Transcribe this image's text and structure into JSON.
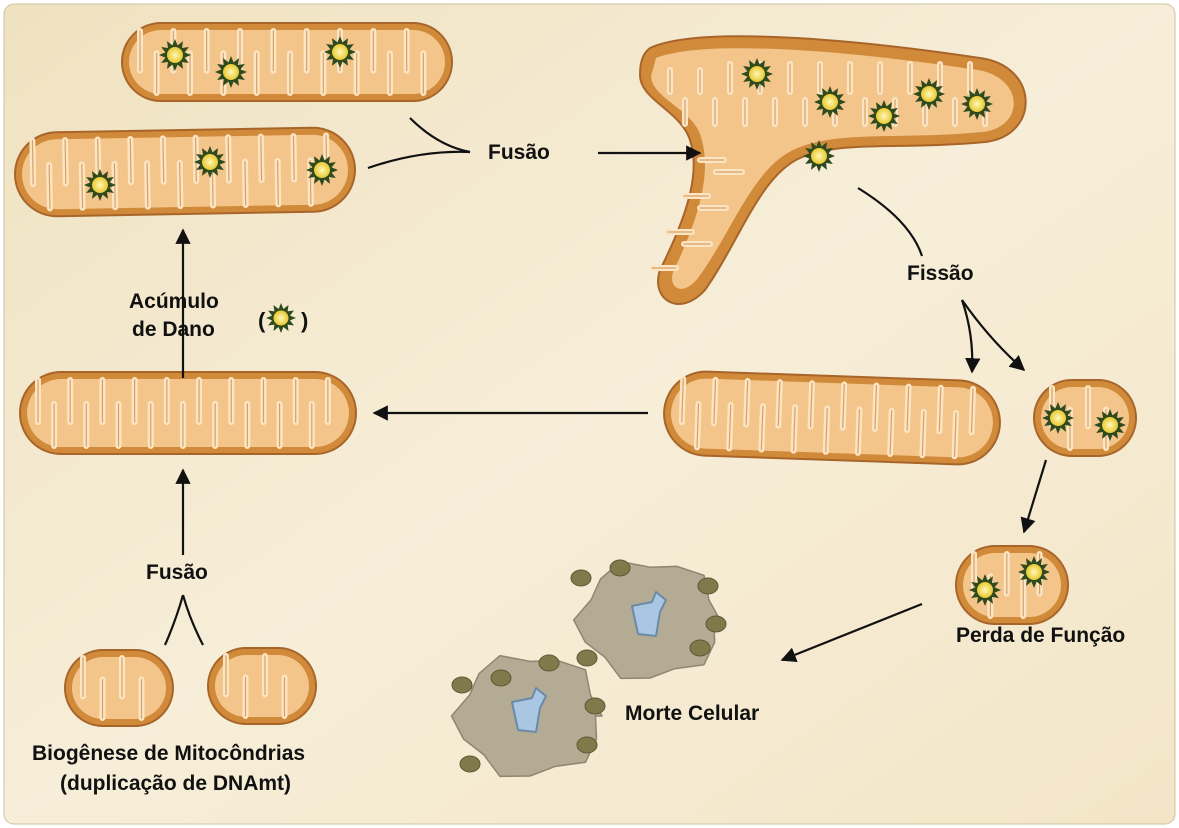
{
  "labels": {
    "fusion_top": "Fusão",
    "fission": "Fissão",
    "damage_line1": "Acúmulo",
    "damage_line2": "de Dano",
    "damage_icon_open": "(",
    "damage_icon_close": ")",
    "fusion_bottom": "Fusão",
    "biogenesis_line1": "Biogênese de Mitocôndrias",
    "biogenesis_line2": "(duplicação de DNAmt)",
    "loss_of_function": "Perda de Função",
    "cell_death": "Morte Celular"
  },
  "colors": {
    "background": "#f5ebd2",
    "mito_outer": "#d08a3a",
    "mito_fill": "#f3c58a",
    "mito_crista": "#fbe5c4",
    "damage_star": "#2f4a1c",
    "damage_core": "#f3dd4a",
    "dead_cell": "#b4ab94",
    "debris": "#7f7a4c",
    "nucleus": "#a9c7e2",
    "arrow": "#111111"
  },
  "icons": {
    "damage": "damaged-mtdna-star-icon",
    "dead_cell": "dead-cell-icon"
  }
}
